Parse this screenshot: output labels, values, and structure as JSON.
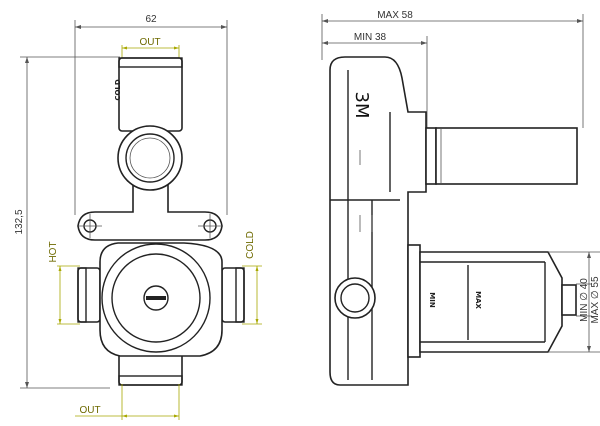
{
  "front_view": {
    "width_dim": "62",
    "height_dim": "132,5",
    "out_top": "OUT",
    "out_bottom": "OUT",
    "hot": "HOT",
    "cold": "COLD"
  },
  "side_view": {
    "max_dim": "MAX 58",
    "min_dim": "MIN 38",
    "engraving": "3M",
    "min_label": "MIN",
    "max_label": "MAX",
    "diam_min": "MIN ∅ 40",
    "diam_max": "MAX ∅ 55"
  },
  "colors": {
    "outline": "#222222",
    "port_dimension": "#a8a800"
  }
}
